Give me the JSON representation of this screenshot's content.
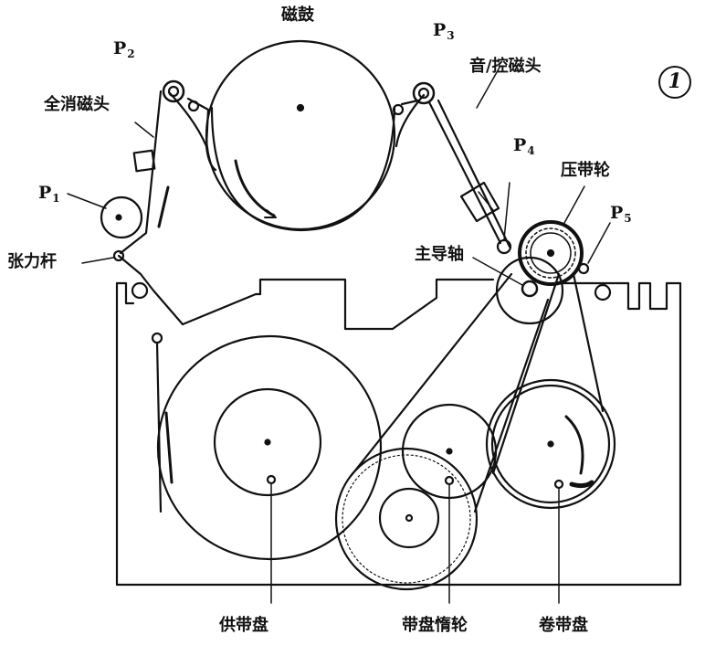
{
  "figure": {
    "number": "1",
    "labels": {
      "drum": "磁鼓",
      "erase_head": "全消磁头",
      "tension_arm": "张力杆",
      "av_control_head": "音/控磁头",
      "pinch_roller": "压带轮",
      "capstan": "主导轴",
      "supply_reel": "供带盘",
      "idler_wheel": "带盘惰轮",
      "takeup_reel": "卷带盘"
    },
    "posts": [
      {
        "letter": "P",
        "sub": "1"
      },
      {
        "letter": "P",
        "sub": "2"
      },
      {
        "letter": "P",
        "sub": "3"
      },
      {
        "letter": "P",
        "sub": "4"
      },
      {
        "letter": "P",
        "sub": "5"
      }
    ]
  }
}
